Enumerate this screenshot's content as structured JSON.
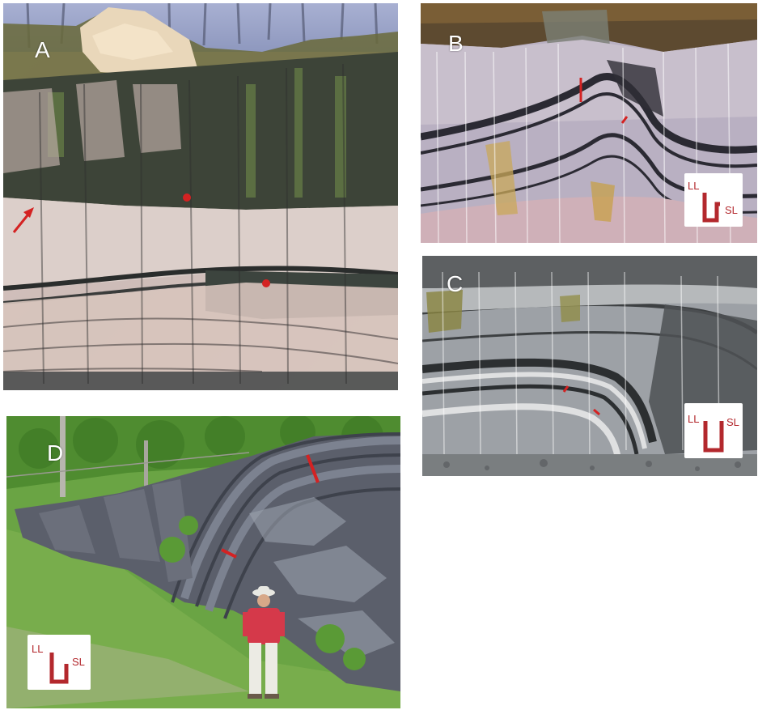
{
  "panels": {
    "a": {
      "label": "A"
    },
    "b": {
      "label": "B"
    },
    "c": {
      "label": "C"
    },
    "d": {
      "label": "D"
    }
  },
  "legend": {
    "left_label": "LL",
    "right_label": "SL"
  },
  "colors": {
    "annotation_red": "#d42222",
    "legend_red": "#b3282d",
    "sky": "#9aa6c8",
    "rock_light": "#d9c9c4",
    "rock_dark": "#2f3330",
    "foliage": "#5d9a3a"
  }
}
